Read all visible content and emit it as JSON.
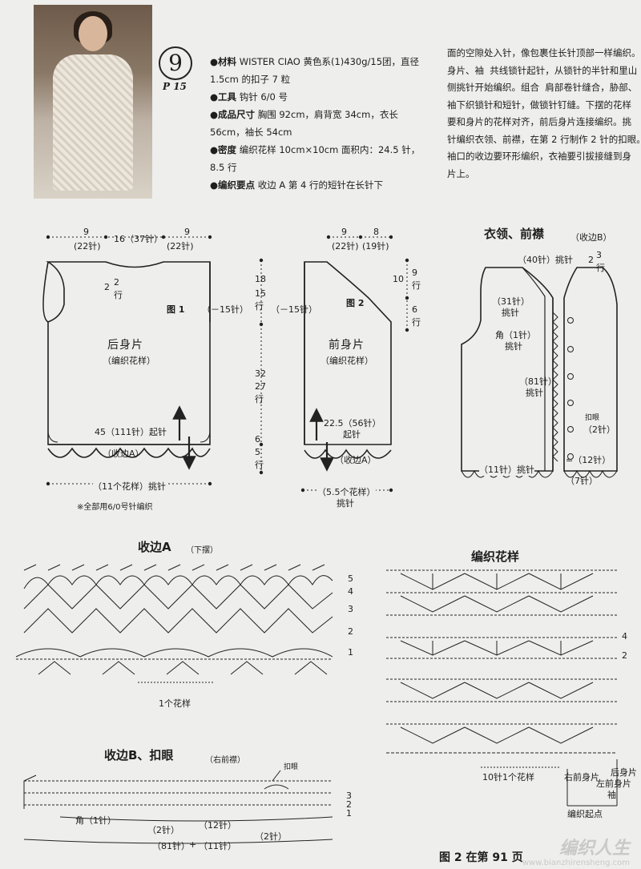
{
  "header": {
    "pattern_number": "9",
    "page_ref": "P 15",
    "specs": [
      {
        "label": "●材料",
        "text": "WISTER CIAO  黄色系(1)430g/15团，直径 1.5cm 的扣子 7 粒"
      },
      {
        "label": "●工具",
        "text": "钩针 6/0 号"
      },
      {
        "label": "●成品尺寸",
        "text": "胸围 92cm，肩背宽 34cm，衣长 56cm，袖长 54cm"
      },
      {
        "label": "●密度",
        "text": "编织花样 10cm×10cm 面积内：24.5 针，8.5 行"
      },
      {
        "label": "●编织要点",
        "text": "收边 A  第 4 行的短针在长针下"
      }
    ],
    "paragraph": "面的空隙处入针，像包裹住长针顶部一样编织。\n身片、袖  共线锁针起针，从锁针的半针和里山\n侧挑针开始编织。组合  肩部卷针缝合，胁部、\n袖下织锁针和短针，做锁针钉缝。下摆的花样\n要和身片的花样对齐，前后身片连接编织。挑\n针编织衣领、前襟，在第 2 行制作 2 针的扣眼。\n袖口的收边要环形编织，衣袖要引拔接缝到身\n片上。"
  },
  "back_panel": {
    "fig": "图 1",
    "name": "后身片",
    "sub": "（编织花样）",
    "top_left": "9",
    "top_left_st": "(22针)",
    "top_mid": "16（37针）",
    "top_right": "9",
    "top_right_st": "(22针)",
    "neck_h": "2",
    "neck_r": "2",
    "neck_unit": "行",
    "armhole": "（－15针）",
    "cast_on": "45（111针）起针",
    "edge": "（收边A）",
    "bottom": "（11个花样）挑针",
    "note": "※全部用6/0号针编织"
  },
  "dimensions": {
    "v1": "18",
    "v1s": "15",
    "v1u": "行",
    "v2": "32",
    "v2s": "27",
    "v2u": "行",
    "v3": "6",
    "v3s": "5",
    "v3u": "行"
  },
  "front_panel": {
    "fig": "图 2",
    "name": "前身片",
    "sub": "（编织花样）",
    "top_left": "9",
    "top_left_st": "(22针)",
    "top_right": "8",
    "top_right_st": "(19针)",
    "armhole": "（－15针）",
    "neck_h": "10",
    "neck_a": "9",
    "neck_au": "行",
    "neck_b": "6",
    "neck_bu": "行",
    "cast_on_a": "22.5（56针）",
    "cast_on_b": "起针",
    "edge": "（收边A）",
    "bottom_a": "（5.5个花样）",
    "bottom_b": "挑针"
  },
  "collar": {
    "title": "衣领、前襟",
    "title_sub": "（收边B）",
    "top": "（40针）挑针",
    "top_r": "2",
    "top_r2": "3",
    "top_ru": "行",
    "neck": "（31针）",
    "neck_b": "挑针",
    "corner": "角（1针）",
    "corner_b": "挑针",
    "front": "（81针）",
    "front_b": "挑针",
    "buttonhole": "扣眼",
    "buttonhole_b": "（2针）",
    "gap": "=（12针）",
    "bottom": "（11针）挑针",
    "bottom_r": "（7针）"
  },
  "edge_a": {
    "title": "收边A",
    "sub": "（下摆）",
    "rows": [
      "5",
      "4",
      "3",
      "2",
      "1"
    ],
    "repeat": "1个花样"
  },
  "pattern": {
    "title": "编织花样",
    "repeat": "10针1个花样",
    "front_label": "右前身片",
    "back_label_a": "后身片",
    "back_label_b": "左前身片",
    "back_label_c": "袖",
    "start": "编织起点",
    "rows": [
      "4",
      "2"
    ]
  },
  "edge_b": {
    "title": "收边B、扣眼",
    "sub": "（右前襟）",
    "buttonhole": "扣眼",
    "corner": "角（1针）",
    "c1": "（2针）",
    "c2": "（12针）",
    "c3": "（2针）",
    "total_a": "（81针）",
    "plus": "+",
    "total_b": "（11针）",
    "rows": [
      "3",
      "2",
      "1"
    ]
  },
  "footer": {
    "caption": "图 2 在第 91 页",
    "logo": "编织人生",
    "url": "www.bianzhirensheng.com"
  }
}
